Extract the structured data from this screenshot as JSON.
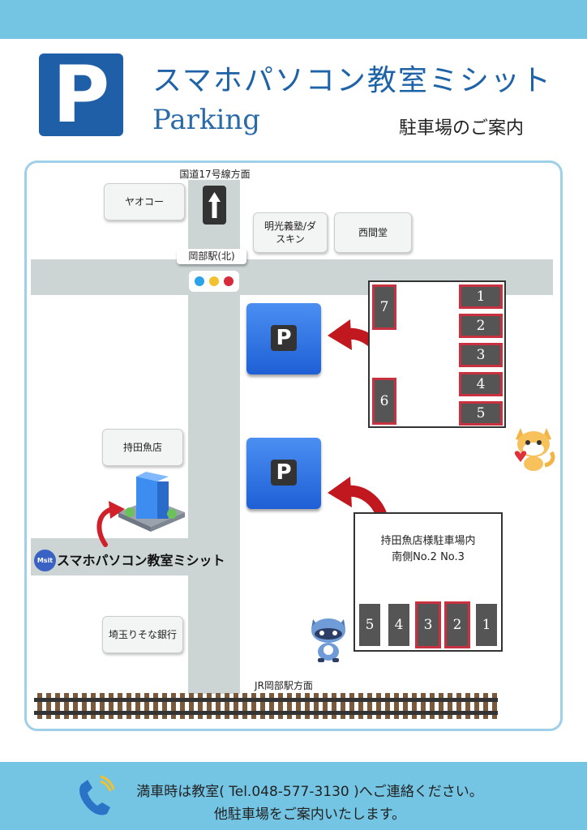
{
  "header": {
    "parking_sign_letter": "P",
    "title": "スマホパソコン教室ミシット",
    "subtitle_en": "Parking",
    "subtitle_jp": "駐車場のご案内"
  },
  "map": {
    "north_direction": "国道17号線方面",
    "south_direction": "JR岡部駅方面",
    "station_label": "岡部駅(北)",
    "buildings": {
      "yaoko": "ヤオコー",
      "meikou": "明光義塾/ダスキン",
      "seikandou": "西間堂",
      "mochida": "持田魚店",
      "saitama_resona": "埼玉りそな銀行"
    },
    "school_name": "スマホパソコン教室ミシット",
    "school_logo_text": "Msit",
    "parking_icon_letter": "P",
    "lot_north_slots": [
      "1",
      "2",
      "3",
      "4",
      "5",
      "6",
      "7"
    ],
    "lot_south_caption_line1": "持田魚店様駐車場内",
    "lot_south_caption_line2": "南側No.2 No.3",
    "lot_south_slots": [
      "5",
      "4",
      "3",
      "2",
      "1"
    ],
    "lot_south_highlighted": [
      "3",
      "2"
    ]
  },
  "footer": {
    "line1": "満車時は教室( Tel.048-577-3130 )へご連絡ください。",
    "line2": "他駐車場をご案内いたします。"
  },
  "colors": {
    "top_bar": "#74c4e3",
    "bottom_bar": "#74c4e3",
    "brand_blue": "#1e63a8",
    "map_border": "#9fd0ea",
    "road": "#ccd4d4",
    "slot_highlight": "#c83240",
    "arrow_red": "#c0181e"
  },
  "icons": [
    "parking-sign-icon",
    "up-arrow-icon",
    "traffic-signal-icon",
    "parking-icon",
    "curved-arrow-icon",
    "building-icon",
    "cat-mascot-icon",
    "raccoon-mascot-icon",
    "telephone-icon",
    "railroad-track-icon"
  ]
}
